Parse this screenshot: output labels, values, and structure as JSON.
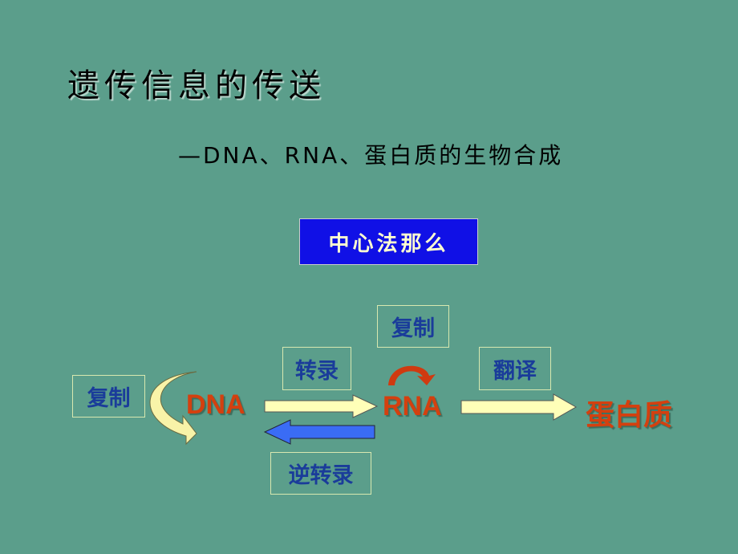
{
  "title": "遗传信息的传送",
  "subtitle": "—DNA、RNA、蛋白质的生物合成",
  "dogma_label": "中心法那么",
  "diagram": {
    "dna": "DNA",
    "rna": "RNA",
    "protein": "蛋白质",
    "dna_replication": "复制",
    "rna_replication": "复制",
    "transcription": "转录",
    "translation": "翻译",
    "reverse_transcription": "逆转录"
  },
  "colors": {
    "background": "#5b9e8b",
    "label_text": "#1a3c9a",
    "molecule_text": "#d4400f",
    "forward_arrow": "#ffffb0",
    "reverse_arrow": "#3366ff"
  }
}
